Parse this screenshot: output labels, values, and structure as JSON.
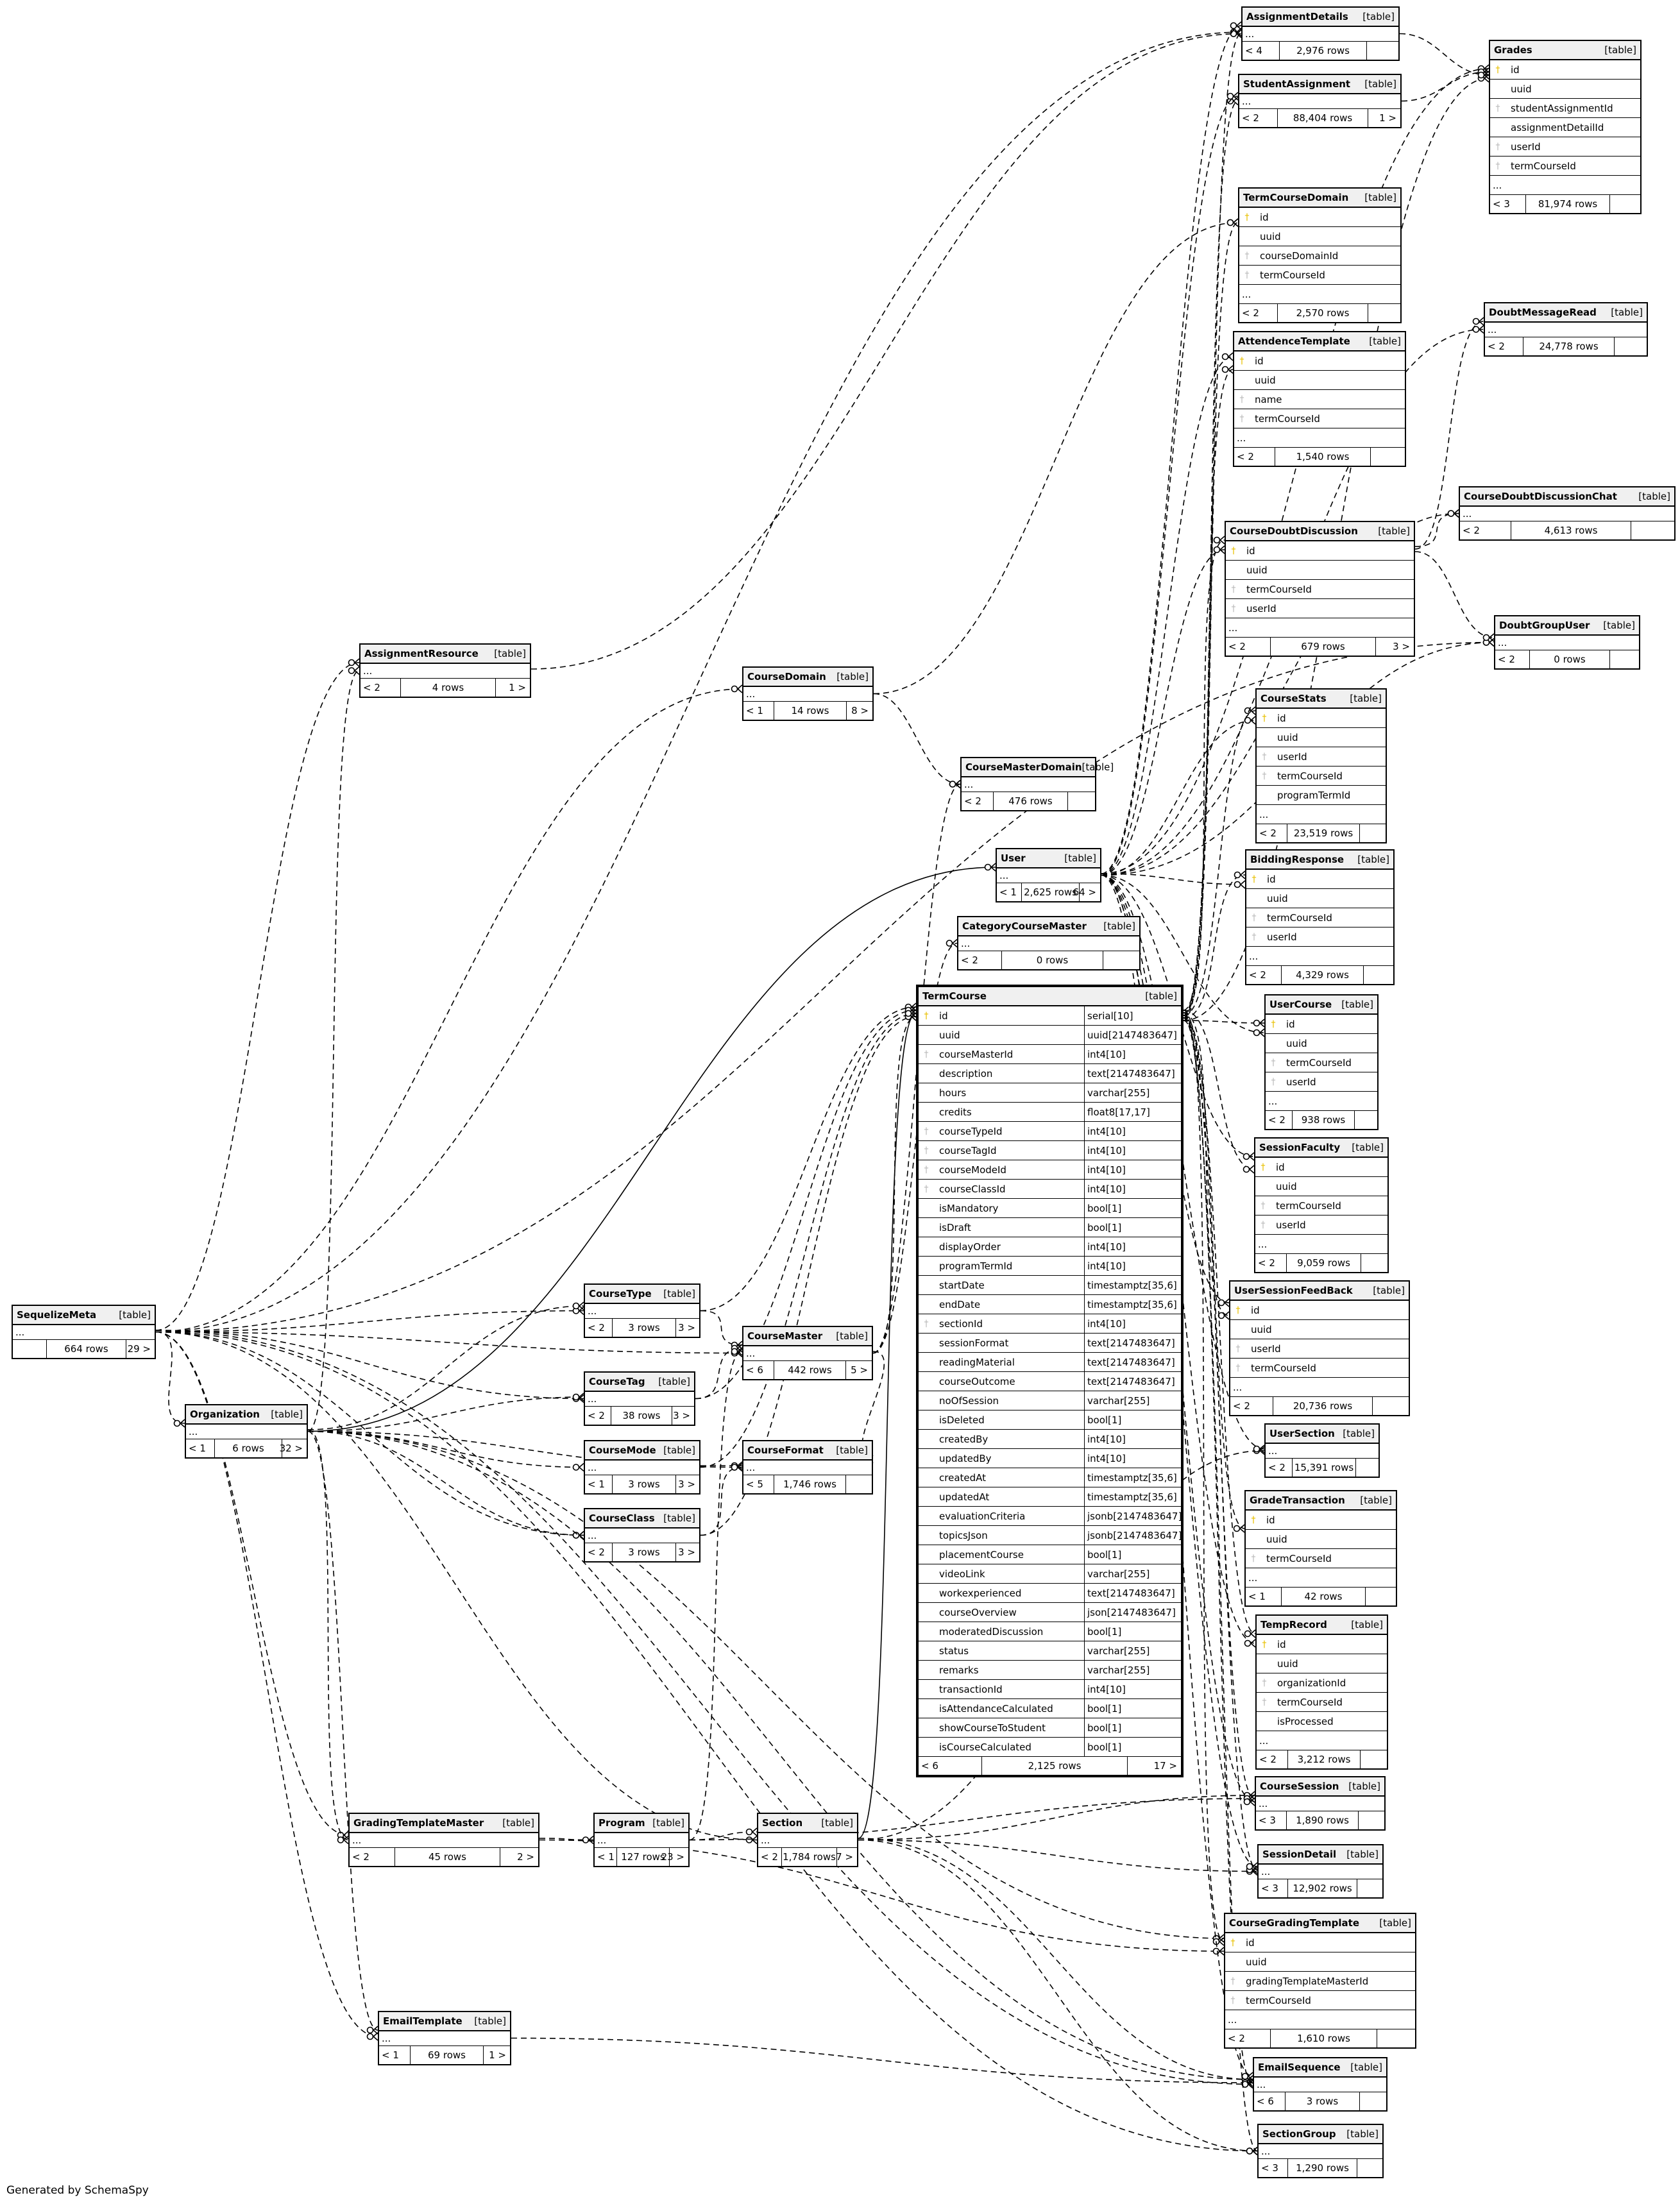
{
  "footer": "Generated by SchemaSpy",
  "type_label": "[table]",
  "more": "...",
  "tables": [
    {
      "key": "SequelizeMeta",
      "name": "SequelizeMeta",
      "rows": "664 rows",
      "left": "",
      "right": "29 >",
      "columns": []
    },
    {
      "key": "Organization",
      "name": "Organization",
      "rows": "6 rows",
      "left": "< 1",
      "right": "32 >",
      "columns": []
    },
    {
      "key": "AssignmentResource",
      "name": "AssignmentResource",
      "rows": "4 rows",
      "left": "< 2",
      "right": "1 >",
      "columns": []
    },
    {
      "key": "CourseDomain",
      "name": "CourseDomain",
      "rows": "14 rows",
      "left": "< 1",
      "right": "8 >",
      "columns": []
    },
    {
      "key": "CourseMasterDomain",
      "name": "CourseMasterDomain",
      "rows": "476 rows",
      "left": "< 2",
      "right": "",
      "columns": []
    },
    {
      "key": "User",
      "name": "User",
      "rows": "2,625 rows",
      "left": "< 1",
      "right": "64 >",
      "columns": []
    },
    {
      "key": "CategoryCourseMaster",
      "name": "CategoryCourseMaster",
      "rows": "0 rows",
      "left": "< 2",
      "right": "",
      "columns": []
    },
    {
      "key": "CourseType",
      "name": "CourseType",
      "rows": "3 rows",
      "left": "< 2",
      "right": "3 >",
      "columns": []
    },
    {
      "key": "CourseMaster",
      "name": "CourseMaster",
      "rows": "442 rows",
      "left": "< 6",
      "right": "5 >",
      "columns": []
    },
    {
      "key": "CourseTag",
      "name": "CourseTag",
      "rows": "38 rows",
      "left": "< 2",
      "right": "3 >",
      "columns": []
    },
    {
      "key": "CourseMode",
      "name": "CourseMode",
      "rows": "3 rows",
      "left": "< 1",
      "right": "3 >",
      "columns": []
    },
    {
      "key": "CourseFormat",
      "name": "CourseFormat",
      "rows": "1,746 rows",
      "left": "< 5",
      "right": "",
      "columns": []
    },
    {
      "key": "CourseClass",
      "name": "CourseClass",
      "rows": "3 rows",
      "left": "< 2",
      "right": "3 >",
      "columns": []
    },
    {
      "key": "GradingTemplateMaster",
      "name": "GradingTemplateMaster",
      "rows": "45 rows",
      "left": "< 2",
      "right": "2 >",
      "columns": []
    },
    {
      "key": "Program",
      "name": "Program",
      "rows": "127 rows",
      "left": "< 1",
      "right": "23 >",
      "columns": []
    },
    {
      "key": "Section",
      "name": "Section",
      "rows": "1,784 rows",
      "left": "< 2",
      "right": "7 >",
      "columns": []
    },
    {
      "key": "EmailTemplate",
      "name": "EmailTemplate",
      "rows": "69 rows",
      "left": "< 1",
      "right": "1 >",
      "columns": []
    },
    {
      "key": "TermCourse",
      "name": "TermCourse",
      "rows": "2,125 rows",
      "left": "< 6",
      "right": "17 >",
      "columns": [
        {
          "n": "id",
          "t": "serial[10]",
          "k": "pk"
        },
        {
          "n": "uuid",
          "t": "uuid[2147483647]",
          "k": ""
        },
        {
          "n": "courseMasterId",
          "t": "int4[10]",
          "k": "fk"
        },
        {
          "n": "description",
          "t": "text[2147483647]",
          "k": ""
        },
        {
          "n": "hours",
          "t": "varchar[255]",
          "k": ""
        },
        {
          "n": "credits",
          "t": "float8[17,17]",
          "k": ""
        },
        {
          "n": "courseTypeId",
          "t": "int4[10]",
          "k": "fk"
        },
        {
          "n": "courseTagId",
          "t": "int4[10]",
          "k": "fk"
        },
        {
          "n": "courseModeId",
          "t": "int4[10]",
          "k": "fk"
        },
        {
          "n": "courseClassId",
          "t": "int4[10]",
          "k": "fk"
        },
        {
          "n": "isMandatory",
          "t": "bool[1]",
          "k": ""
        },
        {
          "n": "isDraft",
          "t": "bool[1]",
          "k": ""
        },
        {
          "n": "displayOrder",
          "t": "int4[10]",
          "k": ""
        },
        {
          "n": "programTermId",
          "t": "int4[10]",
          "k": ""
        },
        {
          "n": "startDate",
          "t": "timestamptz[35,6]",
          "k": ""
        },
        {
          "n": "endDate",
          "t": "timestamptz[35,6]",
          "k": ""
        },
        {
          "n": "sectionId",
          "t": "int4[10]",
          "k": "fk"
        },
        {
          "n": "sessionFormat",
          "t": "text[2147483647]",
          "k": ""
        },
        {
          "n": "readingMaterial",
          "t": "text[2147483647]",
          "k": ""
        },
        {
          "n": "courseOutcome",
          "t": "text[2147483647]",
          "k": ""
        },
        {
          "n": "noOfSession",
          "t": "varchar[255]",
          "k": ""
        },
        {
          "n": "isDeleted",
          "t": "bool[1]",
          "k": ""
        },
        {
          "n": "createdBy",
          "t": "int4[10]",
          "k": ""
        },
        {
          "n": "updatedBy",
          "t": "int4[10]",
          "k": ""
        },
        {
          "n": "createdAt",
          "t": "timestamptz[35,6]",
          "k": ""
        },
        {
          "n": "updatedAt",
          "t": "timestamptz[35,6]",
          "k": ""
        },
        {
          "n": "evaluationCriteria",
          "t": "jsonb[2147483647]",
          "k": ""
        },
        {
          "n": "topicsJson",
          "t": "jsonb[2147483647]",
          "k": ""
        },
        {
          "n": "placementCourse",
          "t": "bool[1]",
          "k": ""
        },
        {
          "n": "videoLink",
          "t": "varchar[255]",
          "k": ""
        },
        {
          "n": "workexperienced",
          "t": "text[2147483647]",
          "k": ""
        },
        {
          "n": "courseOverview",
          "t": "json[2147483647]",
          "k": ""
        },
        {
          "n": "moderatedDiscussion",
          "t": "bool[1]",
          "k": ""
        },
        {
          "n": "status",
          "t": "varchar[255]",
          "k": ""
        },
        {
          "n": "remarks",
          "t": "varchar[255]",
          "k": ""
        },
        {
          "n": "transactionId",
          "t": "int4[10]",
          "k": ""
        },
        {
          "n": "isAttendanceCalculated",
          "t": "bool[1]",
          "k": ""
        },
        {
          "n": "showCourseToStudent",
          "t": "bool[1]",
          "k": ""
        },
        {
          "n": "isCourseCalculated",
          "t": "bool[1]",
          "k": ""
        }
      ]
    },
    {
      "key": "AssignmentDetails",
      "name": "AssignmentDetails",
      "rows": "2,976 rows",
      "left": "< 4",
      "right": "",
      "columns": []
    },
    {
      "key": "StudentAssignment",
      "name": "StudentAssignment",
      "rows": "88,404 rows",
      "left": "< 2",
      "right": "1 >",
      "columns": []
    },
    {
      "key": "TermCourseDomain",
      "name": "TermCourseDomain",
      "rows": "2,570 rows",
      "left": "< 2",
      "right": "",
      "columns": [
        {
          "n": "id",
          "k": "pk"
        },
        {
          "n": "uuid",
          "k": ""
        },
        {
          "n": "courseDomainId",
          "k": "fk"
        },
        {
          "n": "termCourseId",
          "k": "fk"
        }
      ]
    },
    {
      "key": "AttendenceTemplate",
      "name": "AttendenceTemplate",
      "rows": "1,540 rows",
      "left": "< 2",
      "right": "",
      "columns": [
        {
          "n": "id",
          "k": "pk"
        },
        {
          "n": "uuid",
          "k": ""
        },
        {
          "n": "name",
          "k": "fk"
        },
        {
          "n": "termCourseId",
          "k": "fk"
        }
      ]
    },
    {
      "key": "CourseDoubtDiscussion",
      "name": "CourseDoubtDiscussion",
      "rows": "679 rows",
      "left": "< 2",
      "right": "3 >",
      "columns": [
        {
          "n": "id",
          "k": "pk"
        },
        {
          "n": "uuid",
          "k": ""
        },
        {
          "n": "termCourseId",
          "k": "fk"
        },
        {
          "n": "userId",
          "k": "fk"
        }
      ]
    },
    {
      "key": "CourseStats",
      "name": "CourseStats",
      "rows": "23,519 rows",
      "left": "< 2",
      "right": "",
      "columns": [
        {
          "n": "id",
          "k": "pk"
        },
        {
          "n": "uuid",
          "k": ""
        },
        {
          "n": "userId",
          "k": "fk"
        },
        {
          "n": "termCourseId",
          "k": "fk"
        },
        {
          "n": "programTermId",
          "k": ""
        }
      ]
    },
    {
      "key": "BiddingResponse",
      "name": "BiddingResponse",
      "rows": "4,329 rows",
      "left": "< 2",
      "right": "",
      "columns": [
        {
          "n": "id",
          "k": "pk"
        },
        {
          "n": "uuid",
          "k": ""
        },
        {
          "n": "termCourseId",
          "k": "fk"
        },
        {
          "n": "userId",
          "k": "fk"
        }
      ]
    },
    {
      "key": "UserCourse",
      "name": "UserCourse",
      "rows": "938 rows",
      "left": "< 2",
      "right": "",
      "columns": [
        {
          "n": "id",
          "k": "pk"
        },
        {
          "n": "uuid",
          "k": ""
        },
        {
          "n": "termCourseId",
          "k": "fk"
        },
        {
          "n": "userId",
          "k": "fk"
        }
      ]
    },
    {
      "key": "SessionFaculty",
      "name": "SessionFaculty",
      "rows": "9,059 rows",
      "left": "< 2",
      "right": "",
      "columns": [
        {
          "n": "id",
          "k": "pk"
        },
        {
          "n": "uuid",
          "k": ""
        },
        {
          "n": "termCourseId",
          "k": "fk"
        },
        {
          "n": "userId",
          "k": "fk"
        }
      ]
    },
    {
      "key": "UserSessionFeedBack",
      "name": "UserSessionFeedBack",
      "rows": "20,736 rows",
      "left": "< 2",
      "right": "",
      "columns": [
        {
          "n": "id",
          "k": "pk"
        },
        {
          "n": "uuid",
          "k": ""
        },
        {
          "n": "userId",
          "k": "fk"
        },
        {
          "n": "termCourseId",
          "k": "fk"
        }
      ]
    },
    {
      "key": "UserSection",
      "name": "UserSection",
      "rows": "15,391 rows",
      "left": "< 2",
      "right": "",
      "columns": []
    },
    {
      "key": "GradeTransaction",
      "name": "GradeTransaction",
      "rows": "42 rows",
      "left": "< 1",
      "right": "",
      "columns": [
        {
          "n": "id",
          "k": "pk"
        },
        {
          "n": "uuid",
          "k": ""
        },
        {
          "n": "termCourseId",
          "k": "fk"
        }
      ]
    },
    {
      "key": "TempRecord",
      "name": "TempRecord",
      "rows": "3,212 rows",
      "left": "< 2",
      "right": "",
      "columns": [
        {
          "n": "id",
          "k": "pk"
        },
        {
          "n": "uuid",
          "k": ""
        },
        {
          "n": "organizationId",
          "k": "fk"
        },
        {
          "n": "termCourseId",
          "k": "fk"
        },
        {
          "n": "isProcessed",
          "k": ""
        }
      ]
    },
    {
      "key": "CourseSession",
      "name": "CourseSession",
      "rows": "1,890 rows",
      "left": "< 3",
      "right": "",
      "columns": []
    },
    {
      "key": "SessionDetail",
      "name": "SessionDetail",
      "rows": "12,902 rows",
      "left": "< 3",
      "right": "",
      "columns": []
    },
    {
      "key": "CourseGradingTemplate",
      "name": "CourseGradingTemplate",
      "rows": "1,610 rows",
      "left": "< 2",
      "right": "",
      "columns": [
        {
          "n": "id",
          "k": "pk"
        },
        {
          "n": "uuid",
          "k": ""
        },
        {
          "n": "gradingTemplateMasterId",
          "k": "fk"
        },
        {
          "n": "termCourseId",
          "k": "fk"
        }
      ]
    },
    {
      "key": "EmailSequence",
      "name": "EmailSequence",
      "rows": "3 rows",
      "left": "< 6",
      "right": "",
      "columns": []
    },
    {
      "key": "SectionGroup",
      "name": "SectionGroup",
      "rows": "1,290 rows",
      "left": "< 3",
      "right": "",
      "columns": []
    },
    {
      "key": "Grades",
      "name": "Grades",
      "rows": "81,974 rows",
      "left": "< 3",
      "right": "",
      "columns": [
        {
          "n": "id",
          "k": "pk"
        },
        {
          "n": "uuid",
          "k": ""
        },
        {
          "n": "studentAssignmentId",
          "k": "fk"
        },
        {
          "n": "assignmentDetailId",
          "k": ""
        },
        {
          "n": "userId",
          "k": "fk"
        },
        {
          "n": "termCourseId",
          "k": "fk"
        }
      ]
    },
    {
      "key": "DoubtMessageRead",
      "name": "DoubtMessageRead",
      "rows": "24,778 rows",
      "left": "< 2",
      "right": "",
      "columns": []
    },
    {
      "key": "CourseDoubtDiscussionChat",
      "name": "CourseDoubtDiscussionChat",
      "rows": "4,613 rows",
      "left": "< 2",
      "right": "",
      "columns": []
    },
    {
      "key": "DoubtGroupUser",
      "name": "DoubtGroupUser",
      "rows": "0 rows",
      "left": "< 2",
      "right": "",
      "columns": []
    }
  ],
  "relationships": [
    [
      "SequelizeMeta",
      "AssignmentResource"
    ],
    [
      "SequelizeMeta",
      "CourseDomain"
    ],
    [
      "SequelizeMeta",
      "AssignmentDetails"
    ],
    [
      "SequelizeMeta",
      "CourseType"
    ],
    [
      "SequelizeMeta",
      "CourseMaster"
    ],
    [
      "SequelizeMeta",
      "CourseTag"
    ],
    [
      "SequelizeMeta",
      "CourseClass"
    ],
    [
      "SequelizeMeta",
      "Organization"
    ],
    [
      "SequelizeMeta",
      "GradingTemplateMaster"
    ],
    [
      "SequelizeMeta",
      "EmailTemplate"
    ],
    [
      "SequelizeMeta",
      "EmailSequence"
    ],
    [
      "SequelizeMeta",
      "SectionGroup"
    ],
    [
      "SequelizeMeta",
      "Section"
    ],
    [
      "SequelizeMeta",
      "DoubtGroupUser"
    ],
    [
      "Organization",
      "User"
    ],
    [
      "Organization",
      "CourseType"
    ],
    [
      "Organization",
      "CourseTag"
    ],
    [
      "Organization",
      "CourseMode"
    ],
    [
      "Organization",
      "CourseClass"
    ],
    [
      "Organization",
      "CourseFormat"
    ],
    [
      "Organization",
      "GradingTemplateMaster"
    ],
    [
      "Organization",
      "EmailTemplate"
    ],
    [
      "Organization",
      "EmailSequence"
    ],
    [
      "Organization",
      "CourseGradingTemplate"
    ],
    [
      "Organization",
      "AssignmentResource"
    ],
    [
      "AssignmentResource",
      "AssignmentDetails"
    ],
    [
      "CourseDomain",
      "TermCourseDomain"
    ],
    [
      "CourseDomain",
      "CourseMasterDomain"
    ],
    [
      "CourseType",
      "CourseMaster"
    ],
    [
      "CourseTag",
      "CourseMaster"
    ],
    [
      "CourseMode",
      "CourseFormat"
    ],
    [
      "CourseClass",
      "CourseFormat"
    ],
    [
      "CourseMaster",
      "TermCourse"
    ],
    [
      "CourseMaster",
      "CourseMasterDomain"
    ],
    [
      "CourseMaster",
      "CategoryCourseMaster"
    ],
    [
      "CourseMaster",
      "CourseFormat"
    ],
    [
      "CourseType",
      "TermCourse"
    ],
    [
      "CourseTag",
      "TermCourse"
    ],
    [
      "CourseMode",
      "TermCourse"
    ],
    [
      "CourseClass",
      "TermCourse"
    ],
    [
      "GradingTemplateMaster",
      "Program"
    ],
    [
      "GradingTemplateMaster",
      "CourseGradingTemplate"
    ],
    [
      "Program",
      "Section"
    ],
    [
      "Program",
      "CourseSession"
    ],
    [
      "Program",
      "CourseMaster"
    ],
    [
      "Section",
      "TermCourse"
    ],
    [
      "Section",
      "UserSection"
    ],
    [
      "Section",
      "SessionDetail"
    ],
    [
      "Section",
      "SectionGroup"
    ],
    [
      "Section",
      "CourseSession"
    ],
    [
      "Section",
      "EmailSequence"
    ],
    [
      "EmailTemplate",
      "EmailSequence"
    ],
    [
      "TermCourse",
      "AssignmentDetails"
    ],
    [
      "TermCourse",
      "StudentAssignment"
    ],
    [
      "TermCourse",
      "TermCourseDomain"
    ],
    [
      "TermCourse",
      "AttendenceTemplate"
    ],
    [
      "TermCourse",
      "CourseDoubtDiscussion"
    ],
    [
      "TermCourse",
      "CourseStats"
    ],
    [
      "TermCourse",
      "BiddingResponse"
    ],
    [
      "TermCourse",
      "UserCourse"
    ],
    [
      "TermCourse",
      "SessionFaculty"
    ],
    [
      "TermCourse",
      "UserSessionFeedBack"
    ],
    [
      "TermCourse",
      "GradeTransaction"
    ],
    [
      "TermCourse",
      "TempRecord"
    ],
    [
      "TermCourse",
      "CourseSession"
    ],
    [
      "TermCourse",
      "SessionDetail"
    ],
    [
      "TermCourse",
      "CourseGradingTemplate"
    ],
    [
      "TermCourse",
      "EmailSequence"
    ],
    [
      "TermCourse",
      "SectionGroup"
    ],
    [
      "TermCourse",
      "Grades"
    ],
    [
      "User",
      "AssignmentDetails"
    ],
    [
      "User",
      "StudentAssignment"
    ],
    [
      "User",
      "AttendenceTemplate"
    ],
    [
      "User",
      "CourseDoubtDiscussion"
    ],
    [
      "User",
      "CourseStats"
    ],
    [
      "User",
      "BiddingResponse"
    ],
    [
      "User",
      "UserCourse"
    ],
    [
      "User",
      "SessionFaculty"
    ],
    [
      "User",
      "UserSessionFeedBack"
    ],
    [
      "User",
      "UserSection"
    ],
    [
      "User",
      "Grades"
    ],
    [
      "User",
      "DoubtMessageRead"
    ],
    [
      "User",
      "CourseDoubtDiscussionChat"
    ],
    [
      "User",
      "DoubtGroupUser"
    ],
    [
      "User",
      "EmailSequence"
    ],
    [
      "User",
      "SessionDetail"
    ],
    [
      "User",
      "CourseSession"
    ],
    [
      "User",
      "TempRecord"
    ],
    [
      "StudentAssignment",
      "Grades"
    ],
    [
      "AssignmentDetails",
      "Grades"
    ],
    [
      "CourseDoubtDiscussion",
      "CourseDoubtDiscussionChat"
    ],
    [
      "CourseDoubtDiscussion",
      "DoubtMessageRead"
    ],
    [
      "CourseDoubtDiscussion",
      "DoubtGroupUser"
    ]
  ]
}
